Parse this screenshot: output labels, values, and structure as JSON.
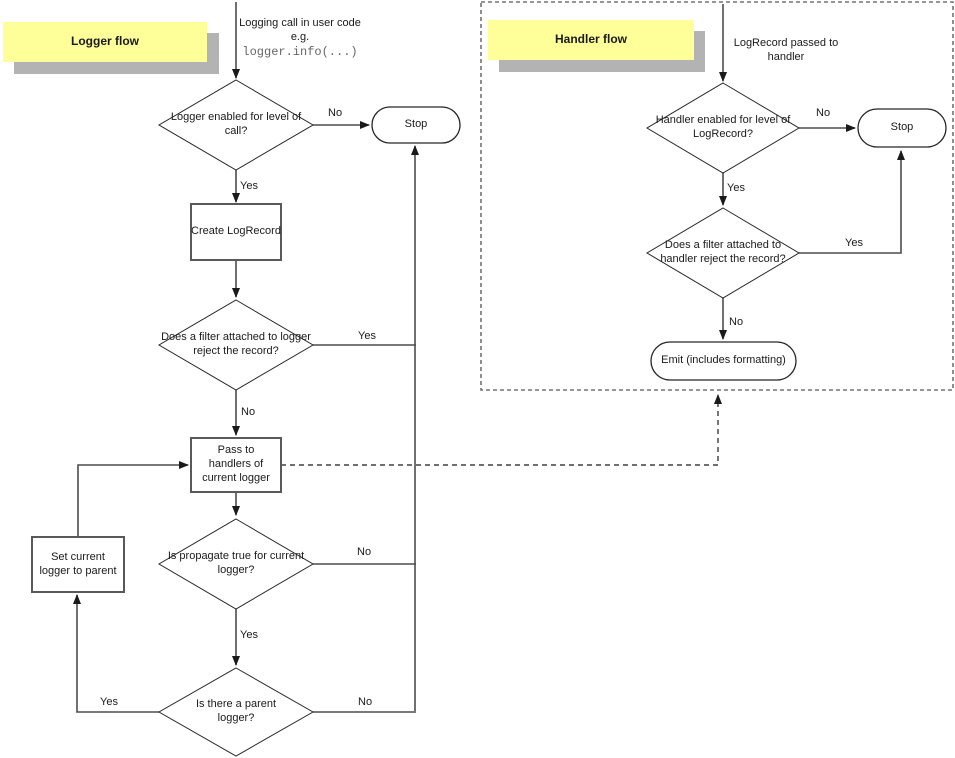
{
  "colors": {
    "note_bg": "#ffff99",
    "note_shadow": "#b3b3b3",
    "shape_stroke": "#4d4d4d",
    "diamond_stroke": "#262626",
    "arrow_fill": "#1a1a1a",
    "code_text": "#666666"
  },
  "logger_flow": {
    "note": "Logger flow",
    "entry": {
      "line1": "Logging call in user code",
      "line2": "e.g.",
      "code": "logger.info(...)"
    },
    "nodes": {
      "enabled_q": "Logger enabled for level of call?",
      "stop": "Stop",
      "create": "Create LogRecord",
      "filter_q": "Does a filter attached to logger reject the record?",
      "pass": "Pass to handlers of current logger",
      "propagate_q": "Is propagate true for current logger?",
      "parent_q": "Is there a parent logger?",
      "set_parent": "Set current logger to parent"
    },
    "labels": {
      "enabled_no": "No",
      "enabled_yes": "Yes",
      "filter_yes": "Yes",
      "filter_no": "No",
      "propagate_no": "No",
      "propagate_yes": "Yes",
      "parent_yes": "Yes",
      "parent_no": "No"
    }
  },
  "handler_flow": {
    "note": "Handler flow",
    "entry": {
      "line1": "LogRecord passed to handler"
    },
    "nodes": {
      "enabled_q": "Handler enabled for level of LogRecord?",
      "stop": "Stop",
      "filter_q": "Does a filter attached to handler reject the record?",
      "emit": "Emit (includes formatting)"
    },
    "labels": {
      "enabled_no": "No",
      "enabled_yes": "Yes",
      "filter_yes": "Yes",
      "filter_no": "No"
    }
  }
}
